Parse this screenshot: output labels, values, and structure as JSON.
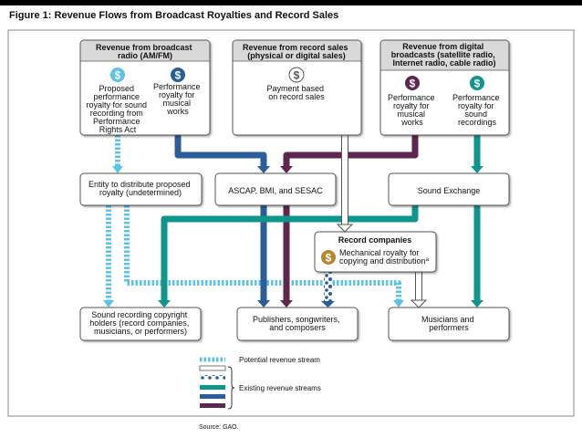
{
  "figure_title": "Figure 1: Revenue Flows from Broadcast Royalties and Record Sales",
  "source": "Source: GAO.",
  "colors": {
    "potential": "#5bc3e8",
    "blue": "#2a5d9a",
    "purple": "#5e2750",
    "teal": "#0e968c",
    "gold": "#b8862f",
    "header_gray": "#d9d9d9"
  },
  "sources": {
    "broadcast": {
      "title": [
        "Revenue from broadcast",
        "radio (AM/FM)"
      ],
      "items": [
        {
          "icon": "dollar-icon",
          "lines": [
            "Proposed",
            "performance",
            "royalty for sound",
            "recording from",
            "Performance",
            "Rights Act"
          ]
        },
        {
          "icon": "dollar-icon",
          "lines": [
            "Performance",
            "royalty for",
            "musical",
            "works"
          ]
        }
      ]
    },
    "record_sales": {
      "title": [
        "Revenue from record sales",
        "(physical or digital sales)"
      ],
      "items": [
        {
          "icon": "dollar-icon",
          "lines": [
            "Payment based",
            "on record sales"
          ]
        }
      ]
    },
    "digital": {
      "title": [
        "Revenue from digital",
        "broadcasts (satellite radio,",
        "Internet radio, cable radio)"
      ],
      "items": [
        {
          "icon": "dollar-icon",
          "lines": [
            "Performance",
            "royalty for",
            "musical",
            "works"
          ]
        },
        {
          "icon": "dollar-icon",
          "lines": [
            "Performance",
            "royalty for",
            "sound",
            "recordings"
          ]
        }
      ]
    }
  },
  "intermediaries": {
    "entity": [
      "Entity to distribute proposed",
      "royalty (undetermined)"
    ],
    "ascap": [
      "ASCAP, BMI, and SESAC"
    ],
    "sound_exchange": [
      "Sound Exchange"
    ],
    "record_companies": {
      "title": "Record companies",
      "lines": [
        "Mechanical royalty for",
        "copying and distribution"
      ],
      "footnote": "a"
    }
  },
  "recipients": {
    "copyright_holders": [
      "Sound recording copyright",
      "holders (record companies,",
      "musicians, or performers)"
    ],
    "publishers": [
      "Publishers, songwriters,",
      "and composers"
    ],
    "musicians": [
      "Musicians and",
      "performers"
    ]
  },
  "legend": {
    "potential": "Potential revenue stream",
    "existing": "Existing revenue streams"
  }
}
